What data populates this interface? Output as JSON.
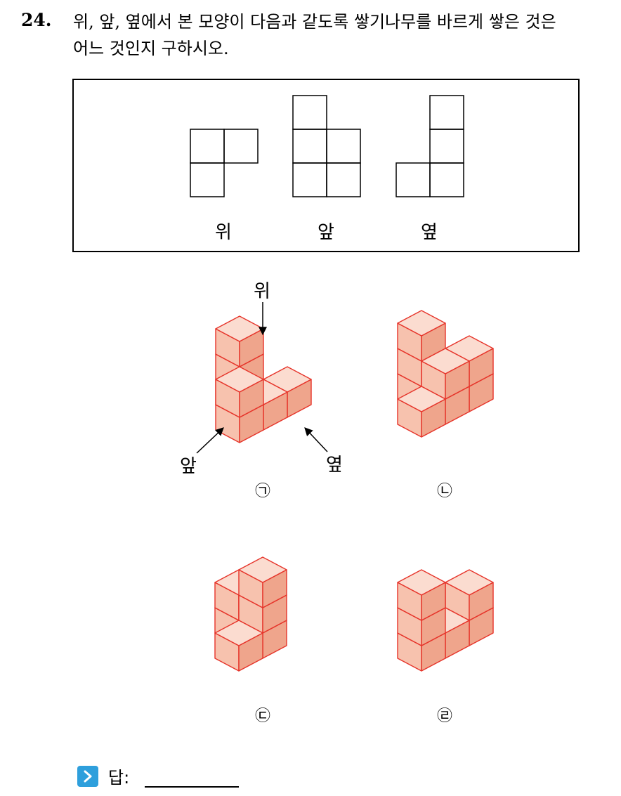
{
  "question": {
    "number": "24.",
    "line1": "위, 앞, 옆에서 본 모양이 다음과 같도록 쌓기나무를 바르게 쌓은 것은",
    "line2": "어느 것인지 구하시오."
  },
  "views": {
    "top_label": "위",
    "front_label": "앞",
    "side_label": "옆"
  },
  "figure_labels": {
    "top": "위",
    "front": "앞",
    "side": "옆"
  },
  "options": [
    {
      "label": "㉠"
    },
    {
      "label": "㉡"
    },
    {
      "label": "㉢"
    },
    {
      "label": "㉣"
    }
  ],
  "answer": {
    "label": "답:"
  },
  "colors": {
    "cube_top": "#fbdcd0",
    "cube_left": "#f7c2ae",
    "cube_right": "#efa58c",
    "cube_edge": "#e6342a",
    "answer_icon": "#2e9fdc"
  }
}
